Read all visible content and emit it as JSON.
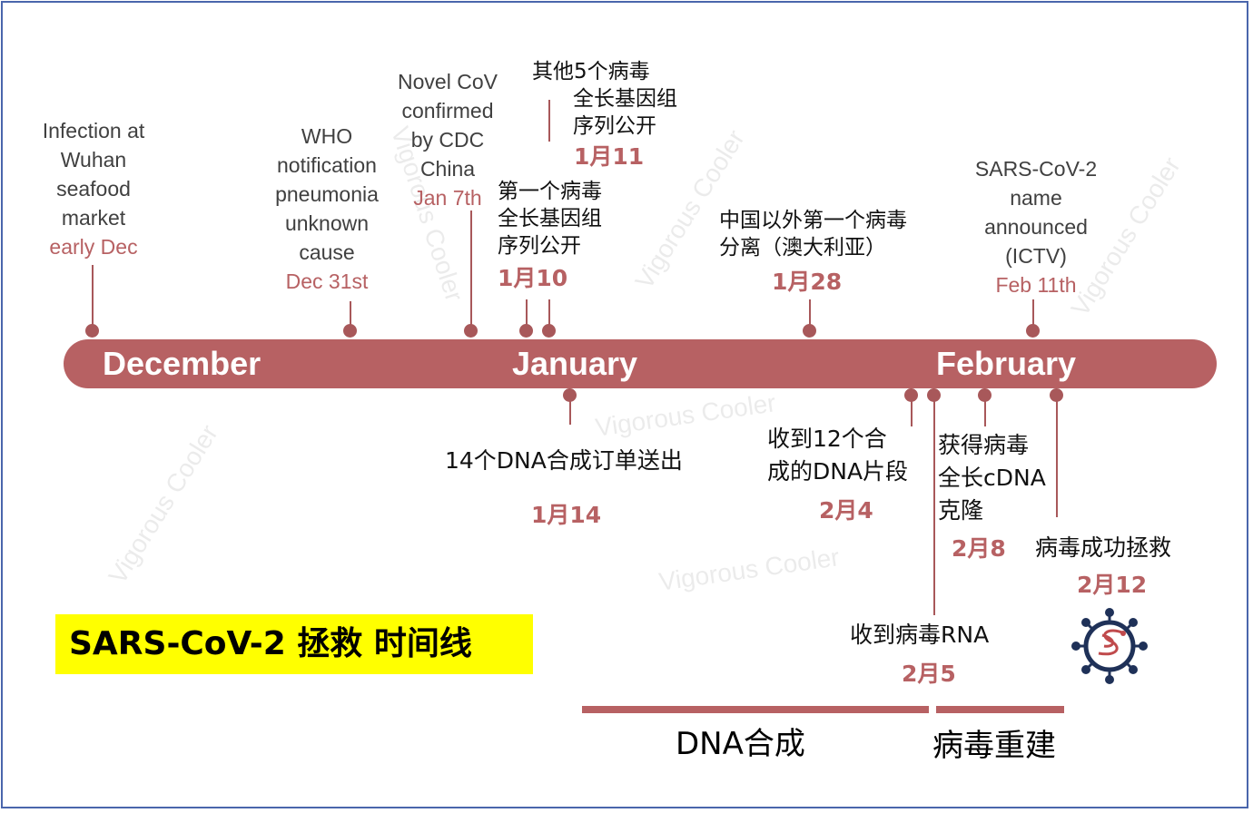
{
  "title": "SARS-CoV-2 拯救 时间线",
  "months": [
    "December",
    "January",
    "February"
  ],
  "top_events": [
    {
      "lines": [
        "Infection at",
        "Wuhan",
        "seafood",
        "market"
      ],
      "date": "early Dec"
    },
    {
      "lines": [
        "WHO",
        "notification",
        "pneumonia",
        "unknown",
        "cause"
      ],
      "date": "Dec 31st"
    },
    {
      "lines": [
        "Novel CoV",
        "confirmed",
        "by CDC",
        "China"
      ],
      "date": "Jan 7th"
    },
    {
      "lines": [
        "第一个病毒",
        "全长基因组",
        "序列公开"
      ],
      "date": "1月10"
    },
    {
      "lines": [
        "其他5个病毒",
        "全长基因组",
        "序列公开"
      ],
      "date": "1月11"
    },
    {
      "lines": [
        "中国以外第一个病毒",
        "分离（澳大利亚）"
      ],
      "date": "1月28"
    },
    {
      "lines": [
        "SARS-CoV-2",
        "name",
        "announced",
        "(ICTV)"
      ],
      "date": "Feb 11th"
    }
  ],
  "bottom_events": [
    {
      "lines": [
        "14个DNA合成订单送出"
      ],
      "date": "1月14"
    },
    {
      "lines": [
        "收到12个合",
        "成的DNA片段"
      ],
      "date": "2月4"
    },
    {
      "lines": [
        "收到病毒RNA"
      ],
      "date": "2月5"
    },
    {
      "lines": [
        "获得病毒",
        "全长cDNA",
        "克隆"
      ],
      "date": "2月8"
    },
    {
      "lines": [
        "病毒成功拯救"
      ],
      "date": "2月12"
    }
  ],
  "phases": [
    "DNA合成",
    "病毒重建"
  ],
  "watermark": "Vigorous Cooler",
  "colors": {
    "bar": "#b76163",
    "date": "#b76163",
    "title_bg": "#ffff00",
    "frame": "#4a66ac"
  },
  "icons": [
    "virus-icon"
  ]
}
